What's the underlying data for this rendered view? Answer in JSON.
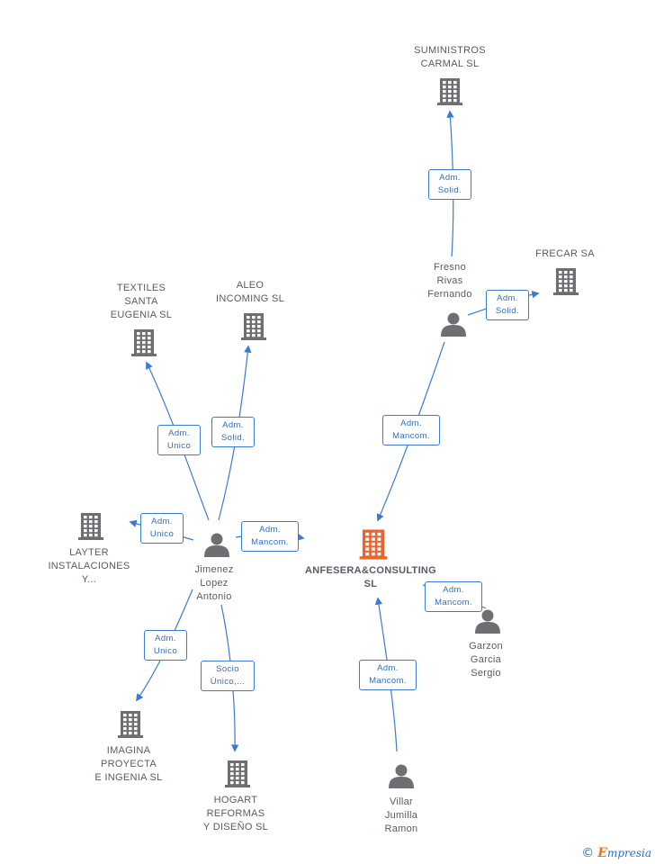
{
  "colors": {
    "edge": "#3a7bd5",
    "icon_gray": "#6d6f73",
    "icon_center": "#f0622d",
    "text": "#555c66"
  },
  "nodes": [
    {
      "id": "suministros",
      "kind": "company",
      "label": "SUMINISTROS\nCARMAL SL"
    },
    {
      "id": "frecar",
      "kind": "company",
      "label": "FRECAR SA"
    },
    {
      "id": "fresno",
      "kind": "person",
      "label": "Fresno\nRivas\nFernando"
    },
    {
      "id": "textiles",
      "kind": "company",
      "label": "TEXTILES\nSANTA\nEUGENIA SL"
    },
    {
      "id": "aleo",
      "kind": "company",
      "label": "ALEO\nINCOMING  SL"
    },
    {
      "id": "layter",
      "kind": "company",
      "label": "LAYTER\nINSTALACIONES\nY..."
    },
    {
      "id": "jimenez",
      "kind": "person",
      "label": "Jimenez\nLopez\nAntonio"
    },
    {
      "id": "anfesera",
      "kind": "company-center",
      "label": "ANFESERA&CONSULTING\nSL"
    },
    {
      "id": "garzon",
      "kind": "person",
      "label": "Garzon\nGarcia\nSergio"
    },
    {
      "id": "imagina",
      "kind": "company",
      "label": "IMAGINA\nPROYECTA\nE INGENIA  SL"
    },
    {
      "id": "hogart",
      "kind": "company",
      "label": "HOGART\nREFORMAS\nY DISEÑO  SL"
    },
    {
      "id": "villar",
      "kind": "person",
      "label": "Villar\nJumilla\nRamon"
    }
  ],
  "edges": [
    {
      "id": "e1",
      "label": "Adm.\nSolid."
    },
    {
      "id": "e2",
      "label": "Adm.\nSolid."
    },
    {
      "id": "e3",
      "label": "Adm.\nMancom."
    },
    {
      "id": "e4",
      "label": "Adm.\nUnico"
    },
    {
      "id": "e5",
      "label": "Adm.\nSolid."
    },
    {
      "id": "e6",
      "label": "Adm.\nUnico"
    },
    {
      "id": "e7",
      "label": "Adm.\nMancom."
    },
    {
      "id": "e8",
      "label": "Adm.\nMancom."
    },
    {
      "id": "e9",
      "label": "Adm.\nUnico"
    },
    {
      "id": "e10",
      "label": "Socio\nÚnico,..."
    },
    {
      "id": "e11",
      "label": "Adm.\nMancom."
    }
  ],
  "footer": {
    "copyright": "©",
    "brand_first": "E",
    "brand_rest": "mpresia"
  }
}
